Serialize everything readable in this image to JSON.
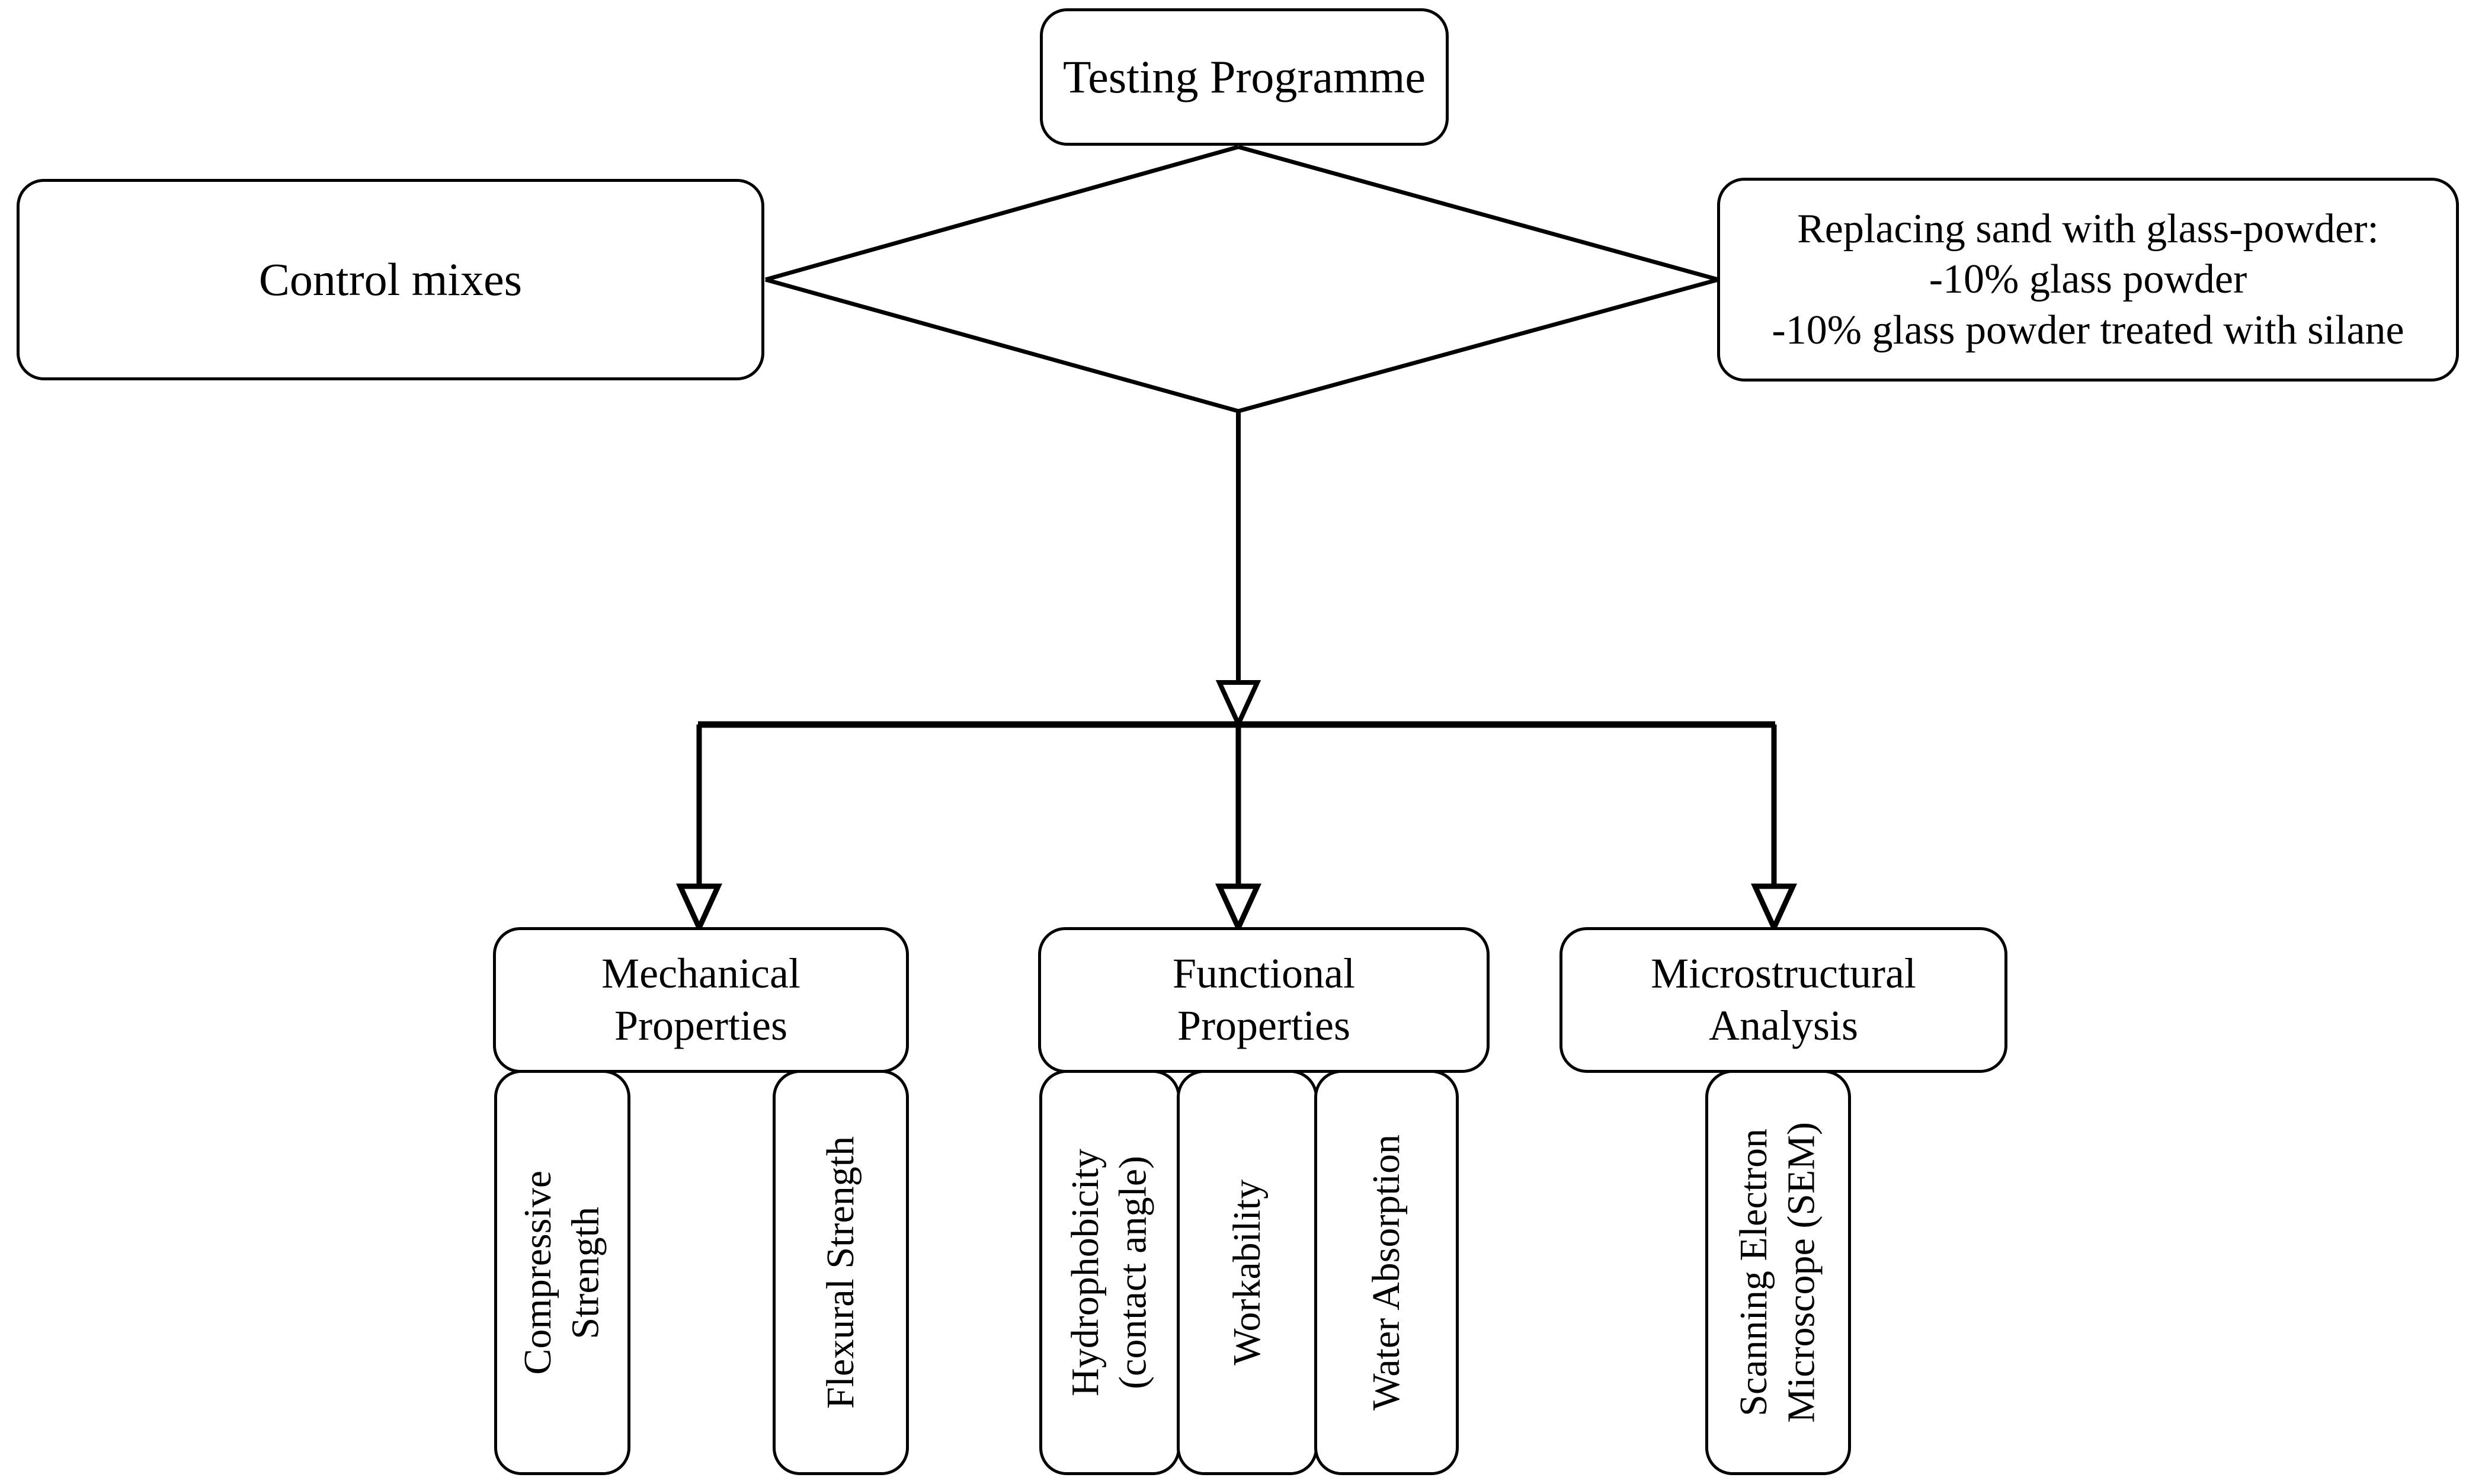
{
  "diagram": {
    "title": "Testing Programme flowchart",
    "stroke_color": "#000000",
    "fill_color": "#ffffff",
    "nodes": {
      "root": {
        "label": "Testing Programme"
      },
      "control": {
        "label": "Control mixes"
      },
      "replacement": {
        "label": "Replacing sand with glass-powder:\n-10% glass powder\n-10% glass powder treated with silane"
      },
      "mechanical": {
        "label": "Mechanical\nProperties"
      },
      "functional": {
        "label": "Functional\nProperties"
      },
      "microstructural": {
        "label": "Microstructural\nAnalysis"
      },
      "compressive": {
        "label": "Compressive\nStrength"
      },
      "flexural": {
        "label": "Flexural Strength"
      },
      "hydrophobicity": {
        "label": "Hydrophobicity\n(contact angle)"
      },
      "workability": {
        "label": "Workability"
      },
      "water_absorption": {
        "label": "Water Absorption"
      },
      "sem": {
        "label": "Scanning Electron\nMicroscope (SEM)"
      }
    },
    "edges": [
      {
        "from": "root",
        "to": "control",
        "style": "diamond-branch"
      },
      {
        "from": "root",
        "to": "replacement",
        "style": "diamond-branch"
      },
      {
        "from": "root",
        "to": "distribution-bar",
        "style": "arrow-open"
      },
      {
        "from": "distribution-bar",
        "to": "mechanical",
        "style": "arrow-open"
      },
      {
        "from": "distribution-bar",
        "to": "functional",
        "style": "arrow-open"
      },
      {
        "from": "distribution-bar",
        "to": "microstructural",
        "style": "arrow-open"
      }
    ]
  }
}
